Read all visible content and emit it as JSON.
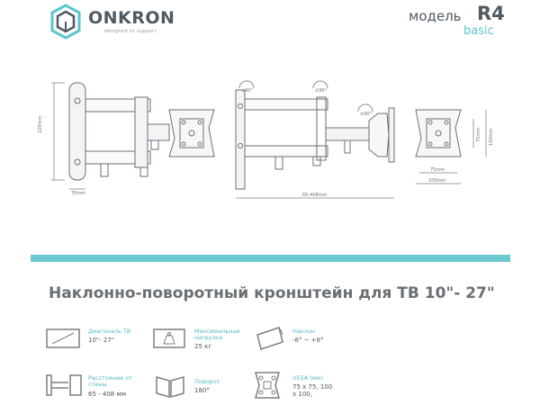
{
  "header": {
    "brand": "ONKRON",
    "tagline": "designed to support",
    "model_label": "модель",
    "model_name": "R4",
    "model_sub": "basic"
  },
  "drawing": {
    "dim_height": "220mm",
    "dim_base": "70mm",
    "dim_reach": "65-408mm",
    "dim_vesa_w": "75mm",
    "dim_vesa_h": "75mm",
    "dim_plate_w": "100mm",
    "dim_plate_h": "100mm",
    "rot_1": "±90°",
    "rot_2": "±90°",
    "rot_3": "±90°"
  },
  "title": "Наклонно-поворотный кронштейн для ТВ 10\"- 27\"",
  "specs": [
    {
      "label": "Диагональ ТВ",
      "value": "10\"- 27\"",
      "icon": "tv-diagonal-icon"
    },
    {
      "label": "Максимальная нагрузка",
      "value": "25 кг",
      "icon": "weight-icon"
    },
    {
      "label": "Наклон",
      "value": "-8° ~ +8°",
      "icon": "tilt-icon"
    },
    {
      "label": "Расстояние от стены",
      "value": "65 - 408 мм",
      "icon": "wall-distance-icon"
    },
    {
      "label": "Поворот",
      "value": "180°",
      "icon": "swivel-icon"
    },
    {
      "label": "VESA (мм)",
      "value": "75 x 75, 100 x 100,",
      "icon": "vesa-icon"
    }
  ],
  "colors": {
    "accent": "#6ecad1",
    "text": "#505a62"
  }
}
